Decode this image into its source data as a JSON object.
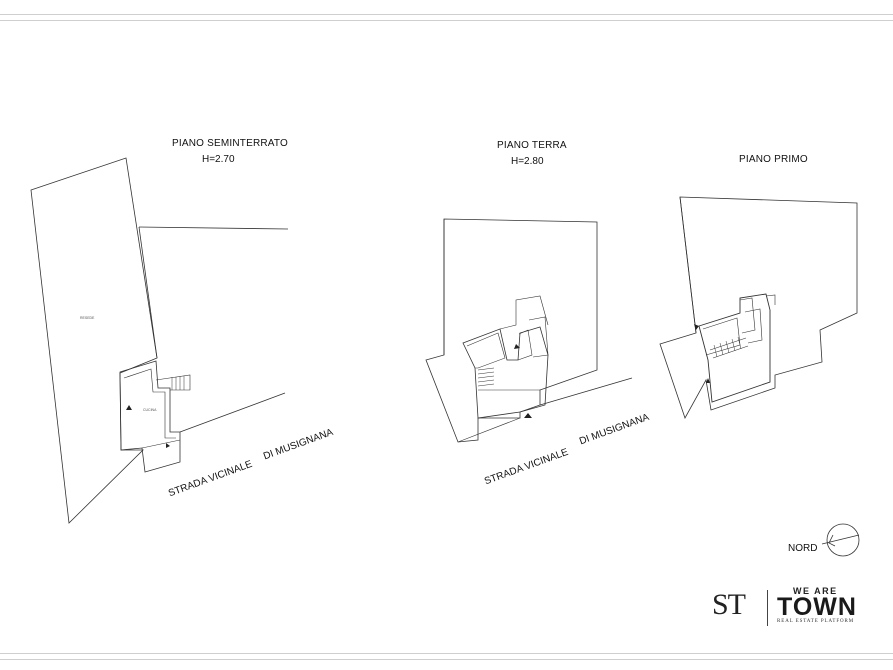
{
  "floors": [
    {
      "title": "PIANO SEMINTERRATO",
      "height": "H=2.70"
    },
    {
      "title": "PIANO TERRA",
      "height": "H=2.80"
    },
    {
      "title": "PIANO PRIMO",
      "height": ""
    }
  ],
  "road": {
    "line1": "STRADA VICINALE",
    "line2": "DI MUSIGNANA"
  },
  "room_labels": {
    "resede": "RESEDE",
    "cucina": "CUCINA"
  },
  "north": {
    "label": "NORD"
  },
  "logos": {
    "st_mark": "ST",
    "we_are": "WE ARE",
    "town": "TOWN",
    "platform": "REAL ESTATE PLATFORM"
  }
}
